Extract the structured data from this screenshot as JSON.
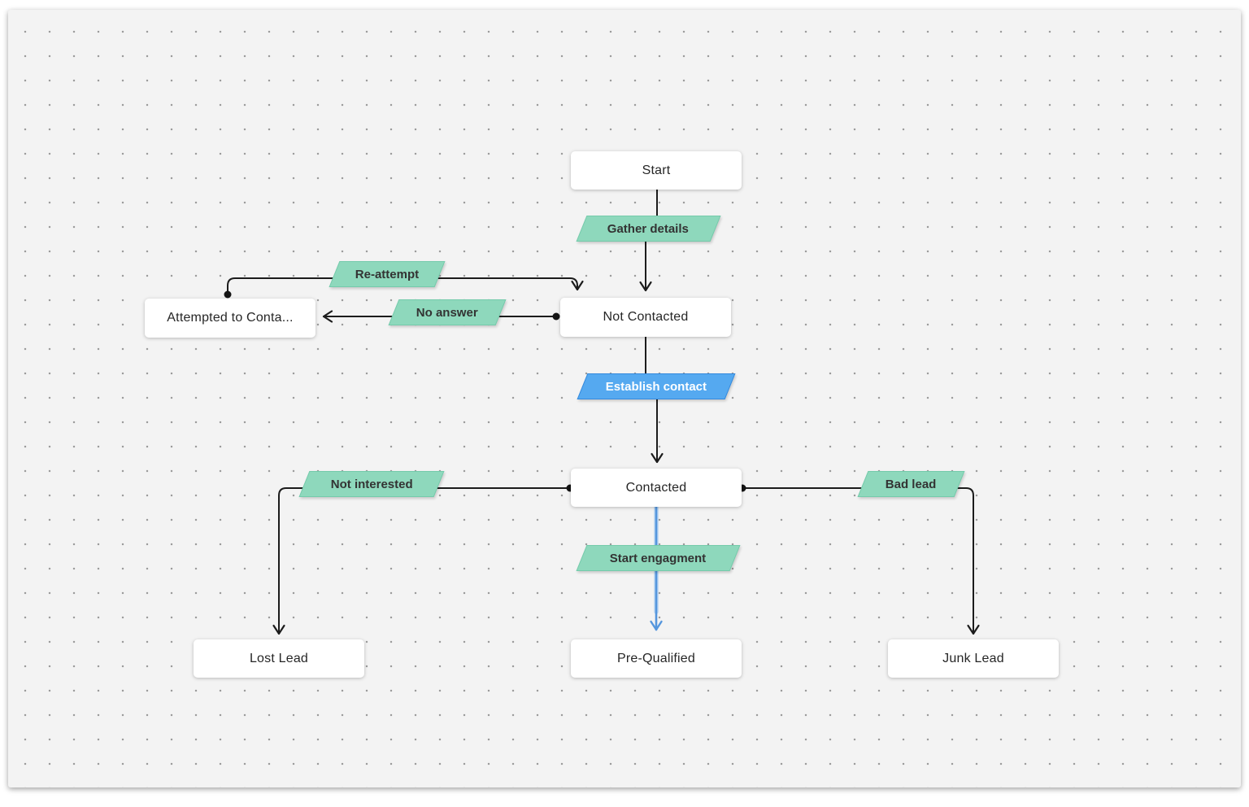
{
  "diagram": {
    "type": "flowchart",
    "description": "Lead follow-up process flow on a dotted canvas"
  },
  "nodes": [
    {
      "id": "start",
      "label": "Start"
    },
    {
      "id": "not-contacted",
      "label": "Not Contacted"
    },
    {
      "id": "attempted-to-contact",
      "label": "Attempted to Conta..."
    },
    {
      "id": "contacted",
      "label": "Contacted"
    },
    {
      "id": "lost-lead",
      "label": "Lost Lead"
    },
    {
      "id": "pre-qualified",
      "label": "Pre-Qualified"
    },
    {
      "id": "junk-lead",
      "label": "Junk Lead"
    }
  ],
  "edges": [
    {
      "from": "Start",
      "to": "Not Contacted",
      "label": "Gather details",
      "label_style": "green",
      "line_color": "#1c1c1c"
    },
    {
      "from": "Attempted to Conta...",
      "to": "Not Contacted",
      "label": "Re-attempt",
      "label_style": "green",
      "line_color": "#1c1c1c"
    },
    {
      "from": "Not Contacted",
      "to": "Attempted to Conta...",
      "label": "No answer",
      "label_style": "green",
      "line_color": "#1c1c1c"
    },
    {
      "from": "Not Contacted",
      "to": "Contacted",
      "label": "Establish contact",
      "label_style": "blue",
      "line_color": "#1c1c1c"
    },
    {
      "from": "Contacted",
      "to": "Lost Lead",
      "label": "Not interested",
      "label_style": "green",
      "line_color": "#1c1c1c"
    },
    {
      "from": "Contacted",
      "to": "Junk Lead",
      "label": "Bad lead",
      "label_style": "green",
      "line_color": "#1c1c1c"
    },
    {
      "from": "Contacted",
      "to": "Pre-Qualified",
      "label": "Start engagment",
      "label_style": "green",
      "line_color": "#5596dd"
    }
  ],
  "colors": {
    "canvas_background": "#f3f3f3",
    "canvas_dot": "#9c9c9c",
    "node_background": "#ffffff",
    "label_green": "#8ed8bc",
    "label_green_border": "#74cbab",
    "label_blue": "#55a9f0",
    "label_blue_border": "#3489dd",
    "connector_black": "#1c1c1c",
    "connector_blue": "#5596dd"
  }
}
